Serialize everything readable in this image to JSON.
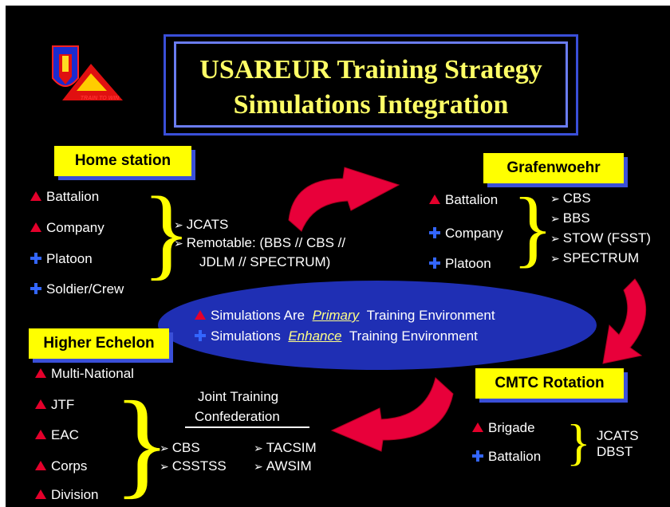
{
  "title": {
    "line1": "USAREUR Training Strategy",
    "line2": "Simulations Integration"
  },
  "logo": {
    "motto": "TRAIN TO WIN"
  },
  "home_station": {
    "label": "Home station",
    "items": [
      {
        "text": "Battalion",
        "mark": "triangle"
      },
      {
        "text": "Company",
        "mark": "triangle"
      },
      {
        "text": "Platoon",
        "mark": "plus"
      },
      {
        "text": "Soldier/Crew",
        "mark": "plus"
      }
    ],
    "sims": [
      "JCATS",
      "Remotable:  (BBS // CBS //",
      "JDLM // SPECTRUM)"
    ]
  },
  "grafenwoehr": {
    "label": "Grafenwoehr",
    "items": [
      {
        "text": "Battalion",
        "mark": "triangle"
      },
      {
        "text": "Company",
        "mark": "plus"
      },
      {
        "text": "Platoon",
        "mark": "plus"
      }
    ],
    "sims": [
      "CBS",
      "BBS",
      "STOW (FSST)",
      "SPECTRUM"
    ]
  },
  "center": {
    "line1_pre": "Simulations Are",
    "line1_em": "Primary",
    "line1_post": "Training Environment",
    "line2_pre": "Simulations",
    "line2_em": "Enhance",
    "line2_post": "Training Environment"
  },
  "higher_echelon": {
    "label": "Higher Echelon",
    "items": [
      {
        "text": "Multi-National",
        "mark": "triangle"
      },
      {
        "text": "JTF",
        "mark": "triangle"
      },
      {
        "text": "EAC",
        "mark": "triangle"
      },
      {
        "text": "Corps",
        "mark": "triangle"
      },
      {
        "text": "Division",
        "mark": "triangle"
      }
    ],
    "jtc_line1": "Joint Training",
    "jtc_line2": "Confederation",
    "sims_left": [
      "CBS",
      "CSSTSS"
    ],
    "sims_right": [
      "TACSIM",
      "AWSIM"
    ]
  },
  "cmtc": {
    "label": "CMTC Rotation",
    "items": [
      {
        "text": "Brigade",
        "mark": "triangle"
      },
      {
        "text": "Battalion",
        "mark": "plus"
      }
    ],
    "sims": [
      "JCATS",
      "DBST"
    ]
  },
  "colors": {
    "background": "#000000",
    "label_box": "#ffff00",
    "title": "#ffff66",
    "ellipse": "#1f2fb4",
    "arrow": "#e8003a",
    "triangle": "#e4002b",
    "plus": "#3366ff"
  }
}
